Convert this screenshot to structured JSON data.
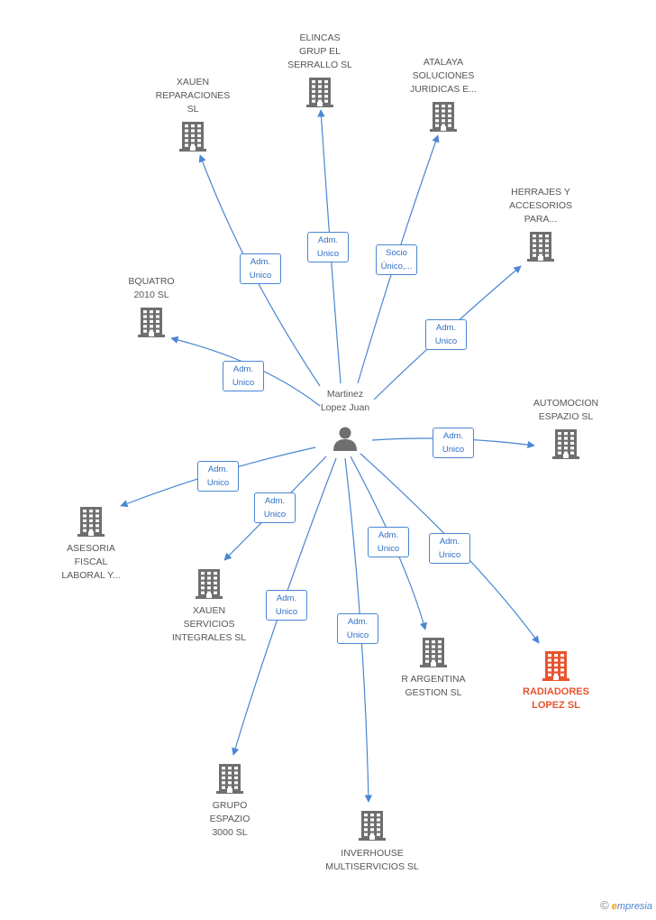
{
  "diagram": {
    "center": {
      "label": "Martinez\nLopez Juan",
      "icon": "person-icon"
    },
    "nodes": [
      {
        "id": "xauen-reparaciones",
        "label": "XAUEN\nREPARACIONES\nSL",
        "icon": "building-icon",
        "edge": "Adm.\nUnico"
      },
      {
        "id": "elincas",
        "label": "ELINCAS\nGRUP EL\nSERRALLO SL",
        "icon": "building-icon",
        "edge": "Adm.\nUnico"
      },
      {
        "id": "atalaya",
        "label": "ATALAYA\nSOLUCIONES\nJURIDICAS E...",
        "icon": "building-icon",
        "edge": "Socio\nÚnico,..."
      },
      {
        "id": "herrajes",
        "label": "HERRAJES Y\nACCESORIOS\nPARA...",
        "icon": "building-icon",
        "edge": "Adm.\nUnico"
      },
      {
        "id": "bquatro",
        "label": "BQUATRO\n2010 SL",
        "icon": "building-icon",
        "edge": "Adm.\nUnico"
      },
      {
        "id": "automocion",
        "label": "AUTOMOCION\nESPAZIO SL",
        "icon": "building-icon",
        "edge": "Adm.\nUnico"
      },
      {
        "id": "asesoria",
        "label": "ASESORIA\nFISCAL\nLABORAL Y...",
        "icon": "building-icon",
        "edge": "Adm.\nUnico"
      },
      {
        "id": "xauen-servicios",
        "label": "XAUEN\nSERVICIOS\nINTEGRALES SL",
        "icon": "building-icon",
        "edge": "Adm.\nUnico"
      },
      {
        "id": "r-argentina",
        "label": "R ARGENTINA\nGESTION SL",
        "icon": "building-icon",
        "edge": "Adm.\nUnico"
      },
      {
        "id": "radiadores",
        "label": "RADIADORES\nLOPEZ SL",
        "icon": "building-icon",
        "edge": "Adm.\nUnico",
        "highlight": true
      },
      {
        "id": "grupo-espazio",
        "label": "GRUPO\nESPAZIO\n3000 SL",
        "icon": "building-icon",
        "edge": "Adm.\nUnico"
      },
      {
        "id": "inverhouse",
        "label": "INVERHOUSE\nMULTISERVICIOS SL",
        "icon": "building-icon",
        "edge": "Adm.\nUnico"
      }
    ]
  },
  "colors": {
    "edge": "#4a86d4",
    "node": "#6f6f6f",
    "highlight": "#e8542f"
  },
  "footer": {
    "copyright": "©",
    "brand_e": "e",
    "brand": "mpresia"
  }
}
